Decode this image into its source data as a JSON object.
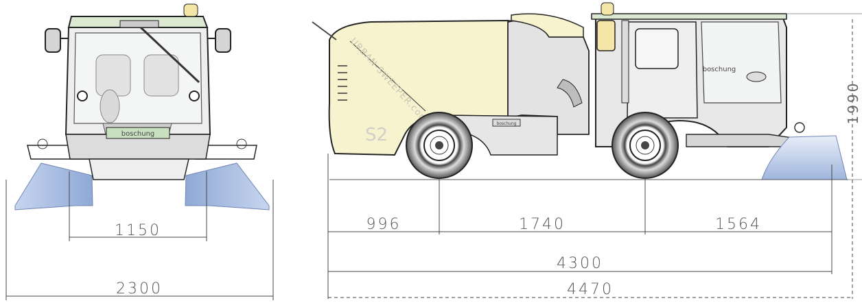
{
  "front_view": {
    "width_inner": "1150",
    "width_total": "2300",
    "brand": "boschung"
  },
  "side_view": {
    "front_overhang": "996",
    "wheelbase": "1740",
    "rear_overhang": "1564",
    "length": "4300",
    "length_with_brushes": "4470",
    "height": "1990",
    "brand_cab": "boschung",
    "brand_body": "boschung",
    "watermark": "URBAN-SWEEPER.com",
    "model": "S2"
  },
  "colors": {
    "body_yellow": "#f7f3cf",
    "body_grey": "#e3e3e3",
    "glass": "#eef0f0",
    "brush_blue": "#a9bee0",
    "cab_top_green": "#dbe8d2"
  }
}
